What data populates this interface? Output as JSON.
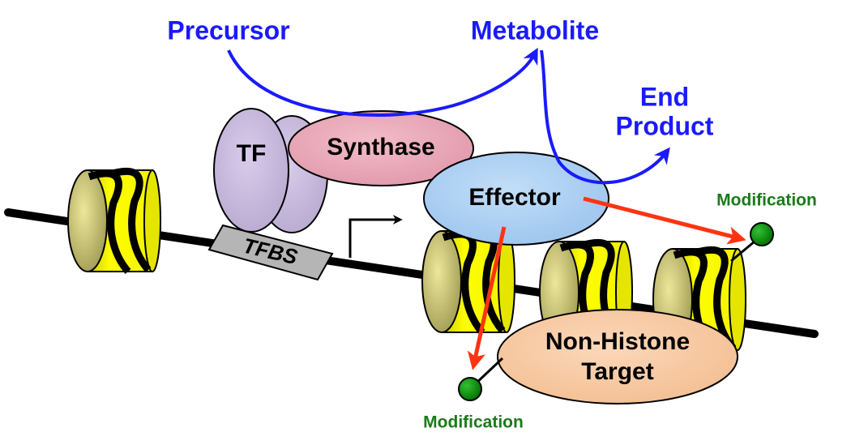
{
  "labels": {
    "precursor": "Precursor",
    "metabolite": "Metabolite",
    "end_product_line1": "End",
    "end_product_line2": "Product",
    "tf": "TF",
    "synthase": "Synthase",
    "effector": "Effector",
    "tfbs": "TFBS",
    "modification_right": "Modification",
    "modification_bottom": "Modification",
    "non_histone_line1": "Non-Histone",
    "non_histone_line2": "Target"
  },
  "colors": {
    "metabolic_blue": "#1a1aff",
    "modification_green": "#1a7a1a",
    "arrow_red": "#ff3311",
    "tf_purple": "#c3b3d9",
    "synthase_pink": "#e8a2b4",
    "effector_blue": "#a9cef3",
    "target_peach": "#f8c8a0",
    "nucleosome_yellow": "#ffff00",
    "tfbs_gray": "#b5b5b5"
  }
}
